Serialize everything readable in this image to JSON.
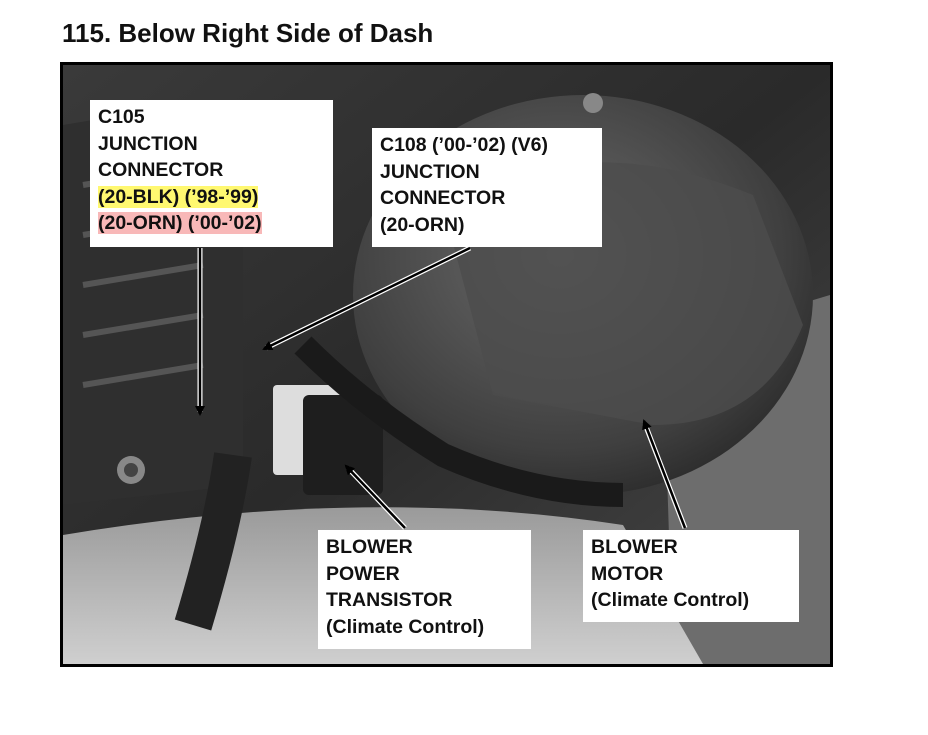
{
  "page_title": "115. Below Right Side of Dash",
  "labels": {
    "c105": {
      "lines": [
        "C105",
        "JUNCTION",
        "CONNECTOR"
      ],
      "variant_1": "(20-BLK) (’98-’99)",
      "variant_2": "(20-ORN) (’00-’02)",
      "highlight_1": "#fff870",
      "highlight_2": "#f8b8b8"
    },
    "c108": {
      "lines": [
        "C108 (’00-’02) (V6)",
        "JUNCTION",
        "CONNECTOR",
        "(20-ORN)"
      ]
    },
    "blower_power_transistor": {
      "lines": [
        "BLOWER",
        "POWER",
        "TRANSISTOR",
        "(Climate Control)"
      ]
    },
    "blower_motor": {
      "lines": [
        "BLOWER",
        "MOTOR",
        "(Climate Control)"
      ]
    }
  }
}
